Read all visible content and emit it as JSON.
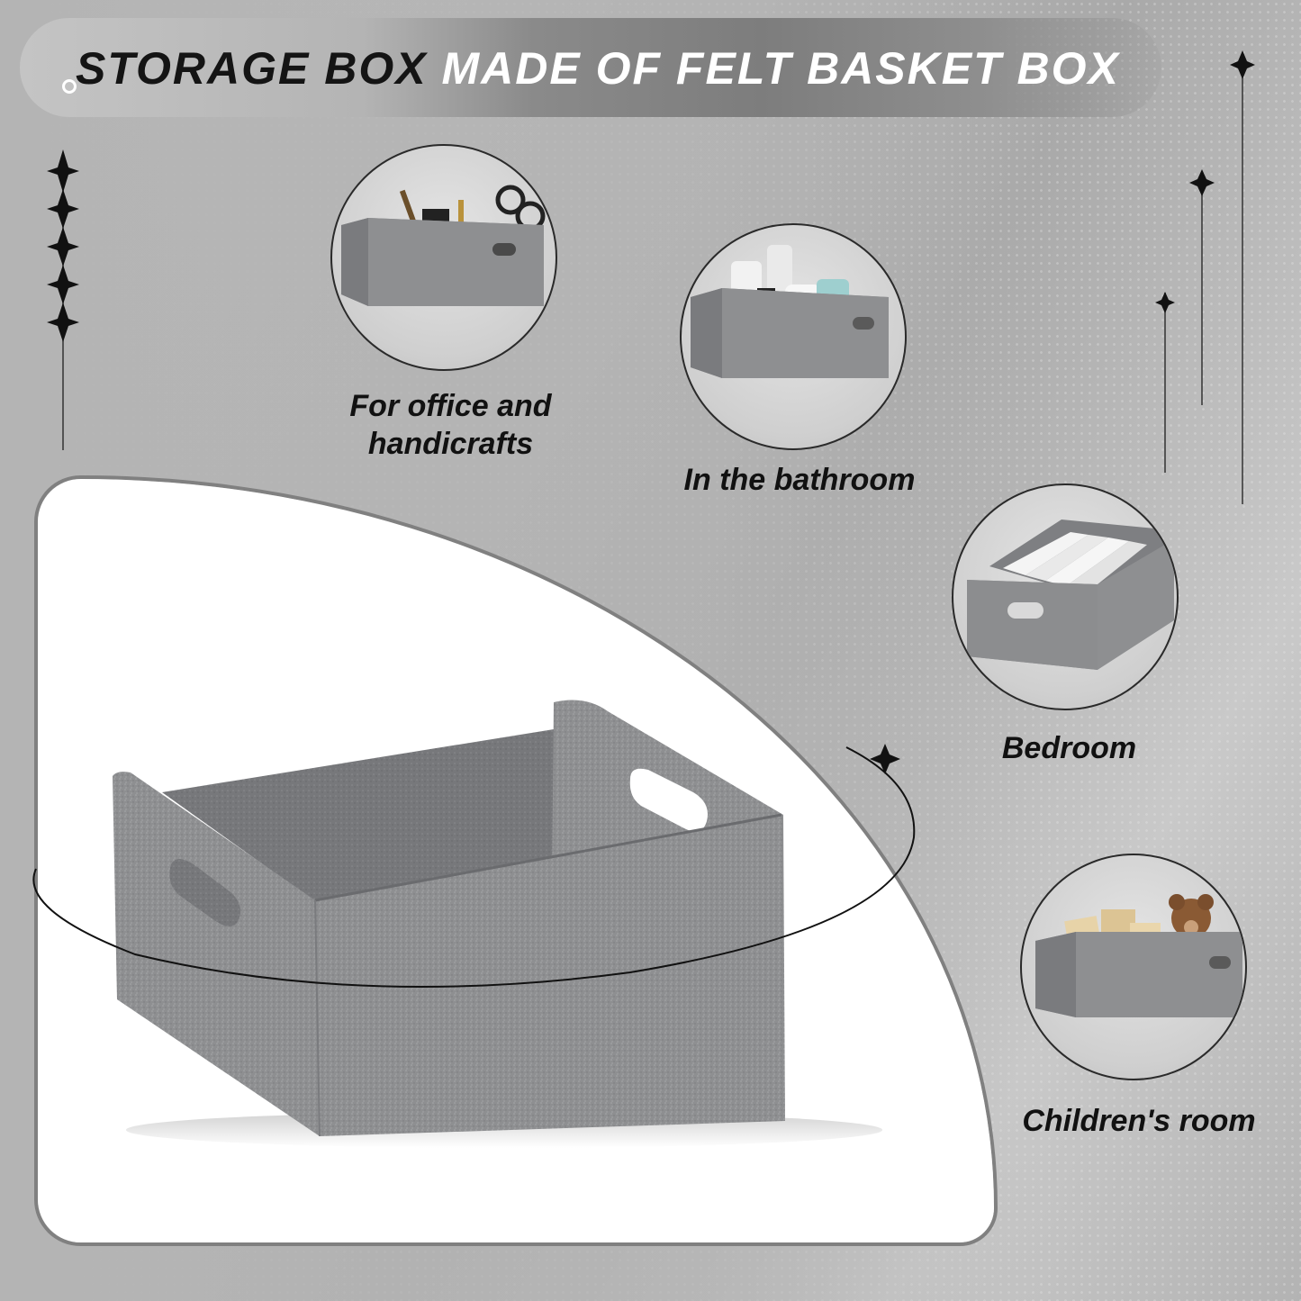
{
  "title": {
    "part1": "STORAGE BOX",
    "part2": "MADE OF FELT BASKET BOX"
  },
  "captions": {
    "office": {
      "line1": "For office and",
      "line2": "handicrafts"
    },
    "bathroom": "In the bathroom",
    "bedroom": "Bedroom",
    "children": "Children's room"
  },
  "icons": [
    "circle-bullet-icon",
    "sparkle-icon",
    "felt-basket-image"
  ],
  "colors": {
    "felt": "#8c8d8f",
    "felt_dark": "#6e6f72",
    "background": "#b8b8b8",
    "title_dark": "#141414",
    "title_light": "#ffffff"
  }
}
